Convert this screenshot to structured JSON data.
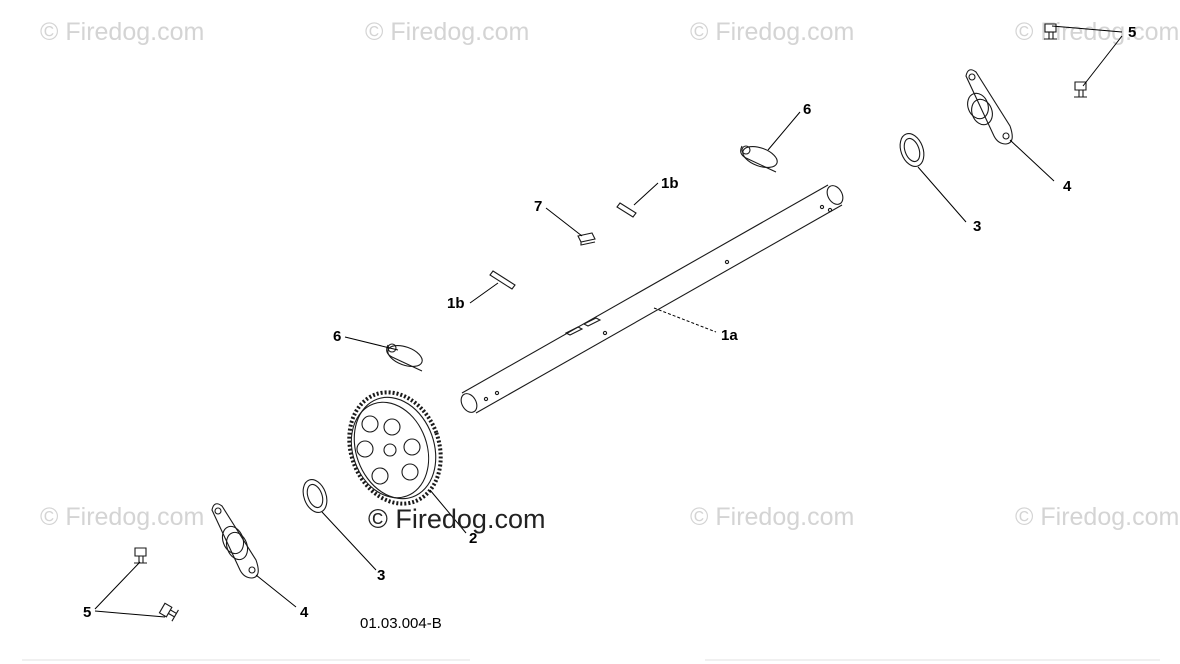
{
  "watermarks": [
    "© Firedog.com",
    "© Firedog.com",
    "© Firedog.com",
    "© Firedog.com",
    "© Firedog.com",
    "© Firedog.com",
    "© Firedog.com"
  ],
  "center_watermark": "© Firedog.com",
  "drawing_ref": "01.03.004-B",
  "callouts": {
    "c5_top": "5",
    "c6_top": "6",
    "c1b_top": "1b",
    "c7": "7",
    "c4_right": "4",
    "c3_right": "3",
    "c1b_mid": "1b",
    "c1a": "1a",
    "c6_left": "6",
    "c2": "2",
    "c3_left": "3",
    "c4_left": "4",
    "c5_left": "5"
  },
  "colors": {
    "line": "#1a1a1a",
    "watermark": "#d4d4d4",
    "background": "#ffffff"
  }
}
